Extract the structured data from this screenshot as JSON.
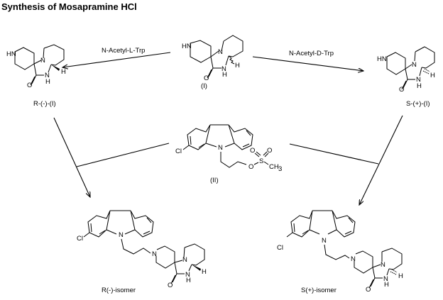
{
  "title": "Synthesis of Mosapramine HCl",
  "reagents": {
    "left": "N-Acetyl-L-Trp",
    "right": "N-Acetyl-D-Trp"
  },
  "compounds": {
    "racemate": {
      "label": "(I)",
      "atoms": {
        "nh": "HN",
        "n": "N",
        "nh2": "N",
        "h_nh": "H",
        "h": "H",
        "o": "O"
      }
    },
    "r_enantiomer": {
      "label": "R-(-)-(I)",
      "atoms": {
        "nh": "HN",
        "n": "N",
        "nh2": "N",
        "h_nh": "H",
        "h": "H",
        "o": "O"
      }
    },
    "s_enantiomer": {
      "label": "S-(+)-(I)",
      "atoms": {
        "nh": "HN",
        "n": "N",
        "nh2": "N",
        "h_nh": "H",
        "h": "H",
        "o": "O"
      }
    },
    "mesylate": {
      "label": "(II)",
      "atoms": {
        "cl": "Cl",
        "n": "N",
        "o": "O",
        "s": "S",
        "o1": "O",
        "o2": "O",
        "ch3": "CH",
        "sub3": "3"
      }
    },
    "r_product": {
      "label": "R(-)-isomer",
      "atoms": {
        "cl": "Cl",
        "n": "N",
        "n2": "N",
        "n3": "N",
        "nh": "N",
        "h_nh": "H",
        "h": "H",
        "o": "O"
      }
    },
    "s_product": {
      "label": "S(+)-isomer",
      "atoms": {
        "cl": "Cl",
        "n": "N",
        "n2": "N",
        "n3": "N",
        "nh": "N",
        "h_nh": "H",
        "h": "H",
        "o": "O"
      }
    }
  }
}
